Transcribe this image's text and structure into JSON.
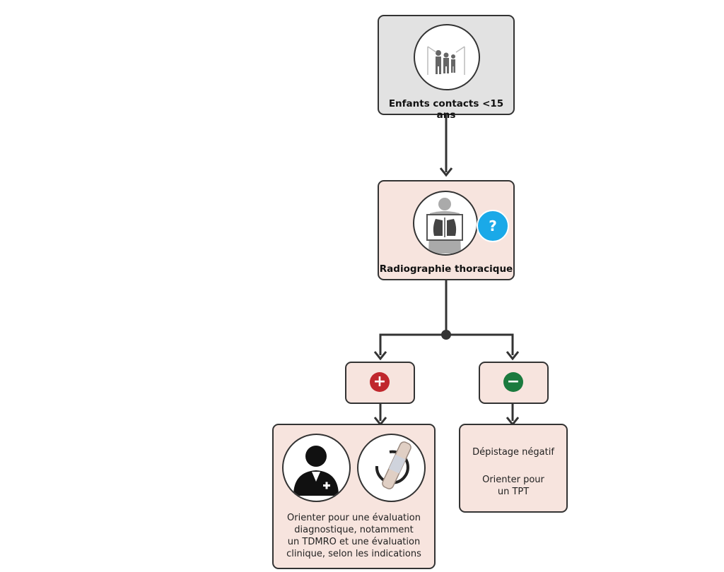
{
  "nodes": {
    "contacts": {
      "label": "Enfants contacts <15 ans",
      "icon": "family-icon"
    },
    "xray": {
      "label": "Radiographie thoracique",
      "icon": "chest-xray-icon",
      "badge": "?",
      "badge_color": "#1aa9e8"
    },
    "positive": {
      "symbol": "+",
      "color": "#c0272d",
      "icon": "plus-icon"
    },
    "negative": {
      "symbol": "−",
      "color": "#1b7a3e",
      "icon": "minus-icon"
    },
    "positive_outcome": {
      "lines": [
        "Orienter pour une évaluation",
        "diagnostique, notamment",
        "un TDMRO et une évaluation",
        "clinique, selon les indications"
      ],
      "icons": [
        "doctor-icon",
        "sample-tube-icon"
      ]
    },
    "negative_outcome": {
      "line1": "Dépistage négatif",
      "line2a": "Orienter pour",
      "line2b": "un TPT"
    }
  },
  "colors": {
    "gray_box": "#e2e2e2",
    "pink_box": "#f7e4de",
    "stroke": "#333333"
  }
}
